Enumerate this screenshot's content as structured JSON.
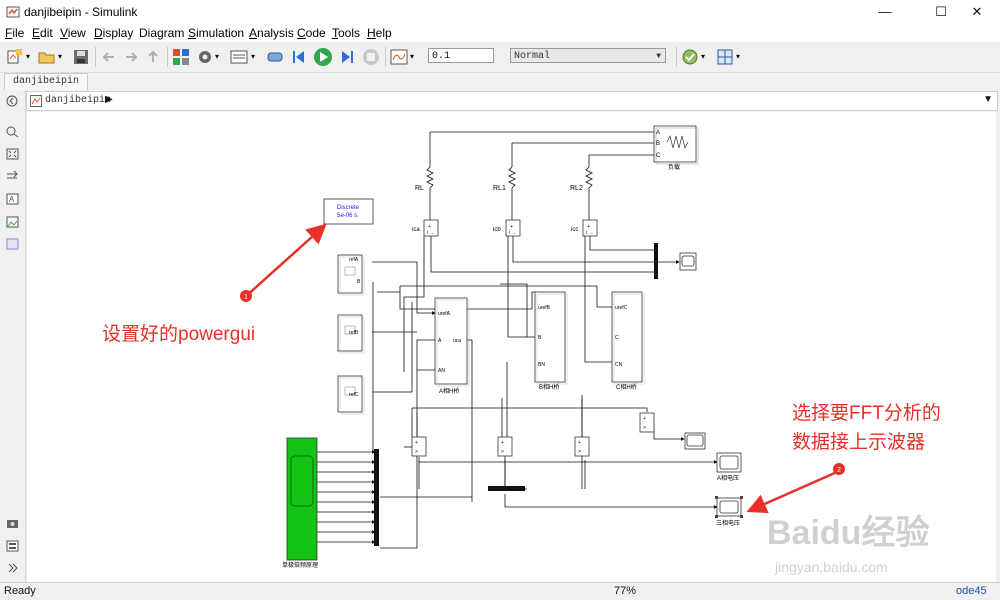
{
  "window": {
    "title": "danjibeipin - Simulink",
    "minimize": "—",
    "maximize": "☐",
    "close": "✕"
  },
  "menu": [
    {
      "label": "File",
      "u": "F",
      "rest": "ile"
    },
    {
      "label": "Edit",
      "u": "E",
      "rest": "dit"
    },
    {
      "label": "View",
      "u": "V",
      "rest": "iew"
    },
    {
      "label": "Display",
      "u": "D",
      "rest": "isplay"
    },
    {
      "label": "Diagram",
      "u": "",
      "rest": "Diagram"
    },
    {
      "label": "Simulation",
      "u": "S",
      "rest": "imulation"
    },
    {
      "label": "Analysis",
      "u": "A",
      "rest": "nalysis"
    },
    {
      "label": "Code",
      "u": "C",
      "rest": "ode"
    },
    {
      "label": "Tools",
      "u": "T",
      "rest": "ools"
    },
    {
      "label": "Help",
      "u": "H",
      "rest": "elp"
    }
  ],
  "toolbar": {
    "stop_time": "0.1",
    "sim_mode": "Normal"
  },
  "tab": {
    "label": "danjibeipin"
  },
  "breadcrumb": {
    "model": "danjibeipin"
  },
  "model": {
    "powergui_line1": "Discrete",
    "powergui_line2": "5e-06 s.",
    "load_label": "负载",
    "rl": "RL",
    "rl1": "RL1",
    "rl2": "RL2",
    "ica": "ica",
    "icb": "icb",
    "icc": "icc",
    "port_a": "A",
    "port_b": "B",
    "port_c": "C",
    "urefa": "urefA",
    "urefb": "urefB",
    "urefc": "urefC",
    "an": "AN",
    "bn": "BN",
    "cn": "CN",
    "uca": "uca",
    "bridge_a": "A相H桥",
    "bridge_b": "B相H桥",
    "bridge_c": "C相H桥",
    "refa": "refA",
    "refb": "refB",
    "refc": "refC",
    "scope_a": "A相电压",
    "scope_three": "三相电压",
    "sim_label": "单极倍频原理",
    "plus": "+",
    "minus": "−"
  },
  "annotations": {
    "powergui_note": "设置好的powergui",
    "fft_note_line1": "选择要FFT分析的",
    "fft_note_line2": "数据接上示波器",
    "marker1": "1",
    "marker2": "2",
    "watermark": "Baidu经验",
    "watermark_url": "jingyan.baidu.com"
  },
  "status": {
    "ready": "Ready",
    "zoom": "77%",
    "solver": "ode45"
  },
  "colors": {
    "annotation_red": "#e8302a",
    "powergui_blue": "#1a1aff",
    "subsystem_green": "#14c414"
  }
}
